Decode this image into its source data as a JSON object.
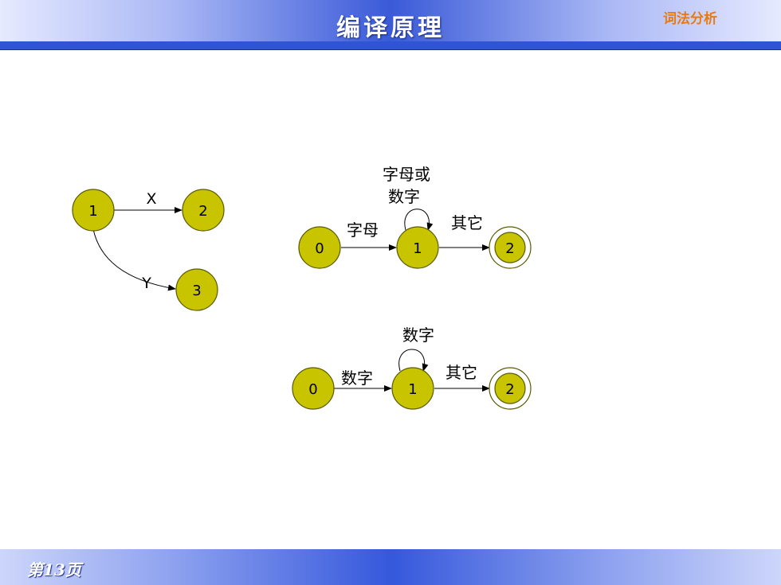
{
  "header": {
    "course_title": "编译原理",
    "section_title": "词法分析"
  },
  "footer": {
    "page_label": "第13页"
  },
  "diagrams": [
    {
      "name": "xy-branch",
      "states": [
        "1",
        "2",
        "3"
      ],
      "edges": [
        {
          "from": "1",
          "to": "2",
          "label": "X"
        },
        {
          "from": "1",
          "to": "3",
          "label": "Y"
        }
      ]
    },
    {
      "name": "identifier-automaton",
      "states": [
        "0",
        "1",
        "2"
      ],
      "accepting": [
        "2"
      ],
      "edges": [
        {
          "from": "0",
          "to": "1",
          "label": "字母"
        },
        {
          "from": "1",
          "to": "1",
          "label_line1": "字母或",
          "label_line2": "数字"
        },
        {
          "from": "1",
          "to": "2",
          "label": "其它"
        }
      ]
    },
    {
      "name": "number-automaton",
      "states": [
        "0",
        "1",
        "2"
      ],
      "accepting": [
        "2"
      ],
      "edges": [
        {
          "from": "0",
          "to": "1",
          "label": "数字"
        },
        {
          "from": "1",
          "to": "1",
          "label": "数字"
        },
        {
          "from": "1",
          "to": "2",
          "label": "其它"
        }
      ]
    }
  ]
}
